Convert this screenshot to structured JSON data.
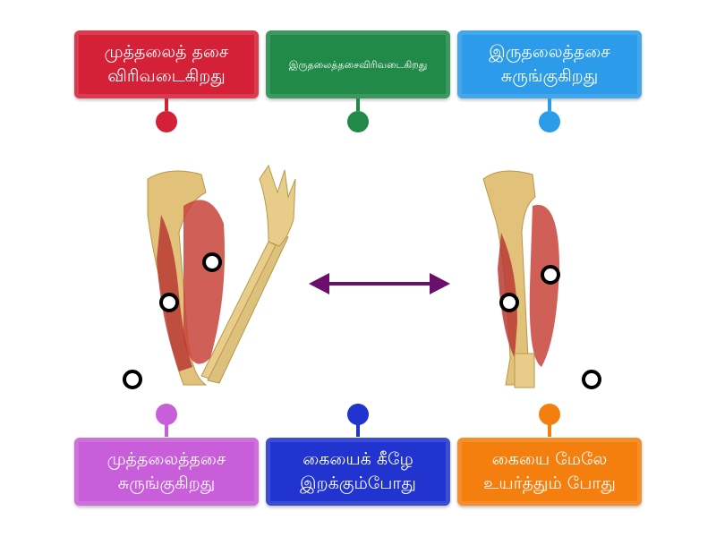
{
  "labels": {
    "top": [
      {
        "text": "முத்தலைத் தசை விரிவடைகிறது",
        "color": "#d42137"
      },
      {
        "text": "இருதலைத்தசைவிரிவடைகிறது",
        "color": "#218a48"
      },
      {
        "text": "இருதலைத்தசை சுருங்குகிறது",
        "color": "#2b9bea"
      }
    ],
    "bottom": [
      {
        "text": "முத்தலைத்தசை சுருங்குகிறது",
        "color": "#c85ed9"
      },
      {
        "text": "கையைக் கீழே இறக்கும்போது",
        "color": "#2234cf"
      },
      {
        "text": "கையை மேலே உயர்த்தும் போது",
        "color": "#f57f0e"
      }
    ]
  },
  "arrow_color": "#6a0f6e"
}
